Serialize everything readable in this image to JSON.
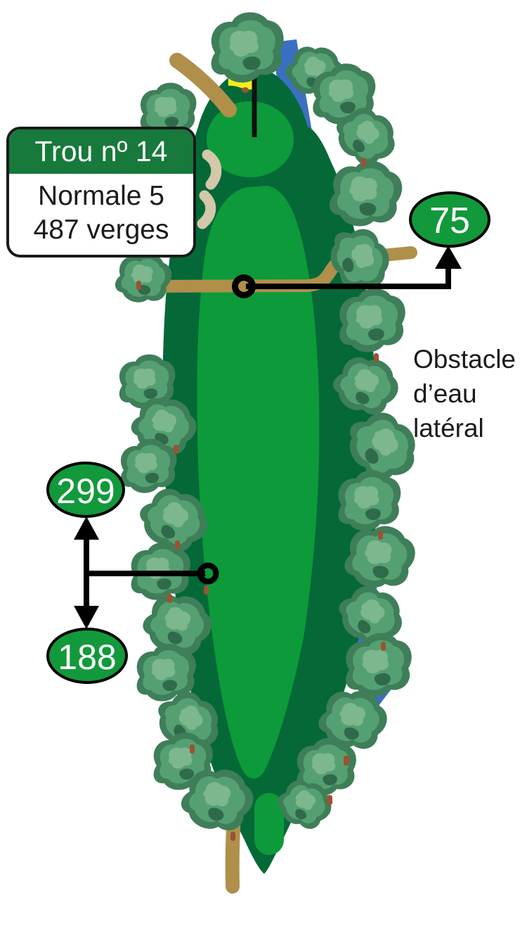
{
  "diagram": {
    "info_box": {
      "title": "Trou nº 14",
      "par_label": "Normale 5",
      "distance_label": "487 verges"
    },
    "hazard_label": "Obstacle d’eau latéral",
    "distance_markers": {
      "forward": "75",
      "back_upper": "299",
      "back_lower": "188"
    },
    "colors": {
      "fairway-dark": "#046937",
      "fairway-light": "#0d9a3a",
      "tree-mid": "#55a072",
      "tree-dark": "#3e7e58",
      "tree-light": "#7cb78e",
      "tree-accent": "#2f6b4a",
      "trunk-brown": "#9c5233",
      "water-blue": "#3b70c0",
      "path-tan": "#b08f4a",
      "bunker-sand": "#d4c8aa",
      "marker-green": "#12993b",
      "header-green": "#17793b",
      "flag-yellow": "#f5ee1a",
      "line-black": "#1a1a1a"
    }
  }
}
